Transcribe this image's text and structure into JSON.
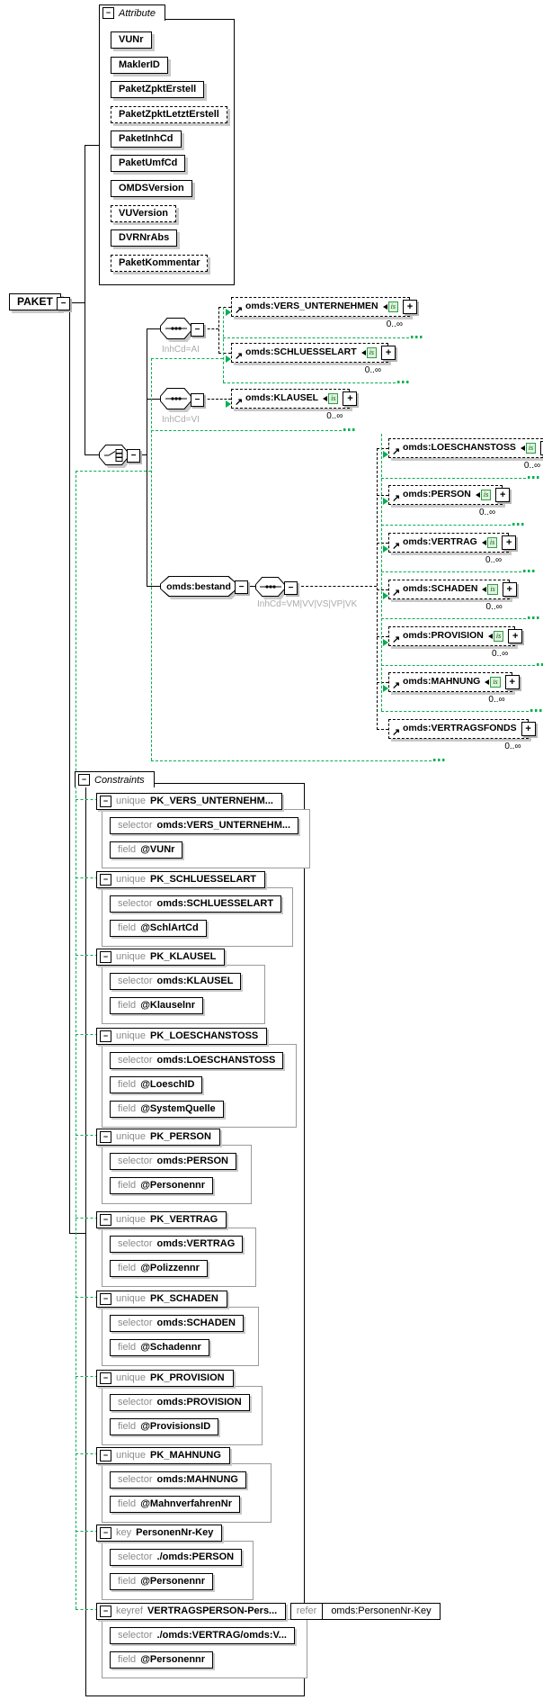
{
  "root": {
    "label": "PAKET"
  },
  "icons": {
    "collapse": "−",
    "expand": "+",
    "ref_arrow": "↗"
  },
  "colors": {
    "link_green": "#00b050"
  },
  "attribute_section": {
    "title": "Attribute",
    "items": [
      {
        "label": "VUNr",
        "optional": false
      },
      {
        "label": "MaklerID",
        "optional": false
      },
      {
        "label": "PaketZpktErstell",
        "optional": false
      },
      {
        "label": "PaketZpktLetztErstell",
        "optional": true
      },
      {
        "label": "PaketInhCd",
        "optional": false
      },
      {
        "label": "PaketUmfCd",
        "optional": false
      },
      {
        "label": "OMDSVersion",
        "optional": false
      },
      {
        "label": "VUVersion",
        "optional": true
      },
      {
        "label": "DVRNrAbs",
        "optional": false
      },
      {
        "label": "PaketKommentar",
        "optional": true
      }
    ]
  },
  "model": {
    "sequences": [
      {
        "condition": "InhCd=AI"
      },
      {
        "condition": "InhCd=VI"
      },
      {
        "condition": "InhCd=VM|VV|VS|VP|VK"
      }
    ],
    "bestand_label": "omds:bestand",
    "elements": [
      {
        "label": "omds:VERS_UNTERNEHMEN",
        "occurs": "0..∞",
        "badge": "is"
      },
      {
        "label": "omds:SCHLUESSELART",
        "occurs": "0..∞",
        "badge": "is"
      },
      {
        "label": "omds:KLAUSEL",
        "occurs": "0..∞",
        "badge": "is"
      },
      {
        "label": "omds:LOESCHANSTOSS",
        "occurs": "0..∞",
        "badge": "is"
      },
      {
        "label": "omds:PERSON",
        "occurs": "0..∞",
        "badge": "is"
      },
      {
        "label": "omds:VERTRAG",
        "occurs": "0..∞",
        "badge": "is"
      },
      {
        "label": "omds:SCHADEN",
        "occurs": "0..∞",
        "badge": "is"
      },
      {
        "label": "omds:PROVISION",
        "occurs": "0..∞",
        "badge": "is"
      },
      {
        "label": "omds:MAHNUNG",
        "occurs": "0..∞",
        "badge": "is"
      },
      {
        "label": "omds:VERTRAGSFONDS",
        "occurs": "0..∞"
      }
    ]
  },
  "constraints_section": {
    "title": "Constraints",
    "blocks": [
      {
        "kind": "unique",
        "name": "PK_VERS_UNTERNEHM...",
        "rows": [
          {
            "kind": "selector",
            "value": "omds:VERS_UNTERNEHM..."
          },
          {
            "kind": "field",
            "value": "@VUNr"
          }
        ]
      },
      {
        "kind": "unique",
        "name": "PK_SCHLUESSELART",
        "rows": [
          {
            "kind": "selector",
            "value": "omds:SCHLUESSELART"
          },
          {
            "kind": "field",
            "value": "@SchlArtCd"
          }
        ]
      },
      {
        "kind": "unique",
        "name": "PK_KLAUSEL",
        "rows": [
          {
            "kind": "selector",
            "value": "omds:KLAUSEL"
          },
          {
            "kind": "field",
            "value": "@Klauselnr"
          }
        ]
      },
      {
        "kind": "unique",
        "name": "PK_LOESCHANSTOSS",
        "rows": [
          {
            "kind": "selector",
            "value": "omds:LOESCHANSTOSS"
          },
          {
            "kind": "field",
            "value": "@LoeschID"
          },
          {
            "kind": "field",
            "value": "@SystemQuelle"
          }
        ]
      },
      {
        "kind": "unique",
        "name": "PK_PERSON",
        "rows": [
          {
            "kind": "selector",
            "value": "omds:PERSON"
          },
          {
            "kind": "field",
            "value": "@Personennr"
          }
        ]
      },
      {
        "kind": "unique",
        "name": "PK_VERTRAG",
        "rows": [
          {
            "kind": "selector",
            "value": "omds:VERTRAG"
          },
          {
            "kind": "field",
            "value": "@Polizzennr"
          }
        ]
      },
      {
        "kind": "unique",
        "name": "PK_SCHADEN",
        "rows": [
          {
            "kind": "selector",
            "value": "omds:SCHADEN"
          },
          {
            "kind": "field",
            "value": "@Schadennr"
          }
        ]
      },
      {
        "kind": "unique",
        "name": "PK_PROVISION",
        "rows": [
          {
            "kind": "selector",
            "value": "omds:PROVISION"
          },
          {
            "kind": "field",
            "value": "@ProvisionsID"
          }
        ]
      },
      {
        "kind": "unique",
        "name": "PK_MAHNUNG",
        "rows": [
          {
            "kind": "selector",
            "value": "omds:MAHNUNG"
          },
          {
            "kind": "field",
            "value": "@MahnverfahrenNr"
          }
        ]
      },
      {
        "kind": "key",
        "name": "PersonenNr-Key",
        "rows": [
          {
            "kind": "selector",
            "value": "./omds:PERSON"
          },
          {
            "kind": "field",
            "value": "@Personennr"
          }
        ]
      },
      {
        "kind": "keyref",
        "name": "VERTRAGSPERSON-Pers...",
        "refer_label": "refer",
        "refer_value": "omds:PersonenNr-Key",
        "rows": [
          {
            "kind": "selector",
            "value": "./omds:VERTRAG/omds:V..."
          },
          {
            "kind": "field",
            "value": "@Personennr"
          }
        ]
      }
    ]
  }
}
